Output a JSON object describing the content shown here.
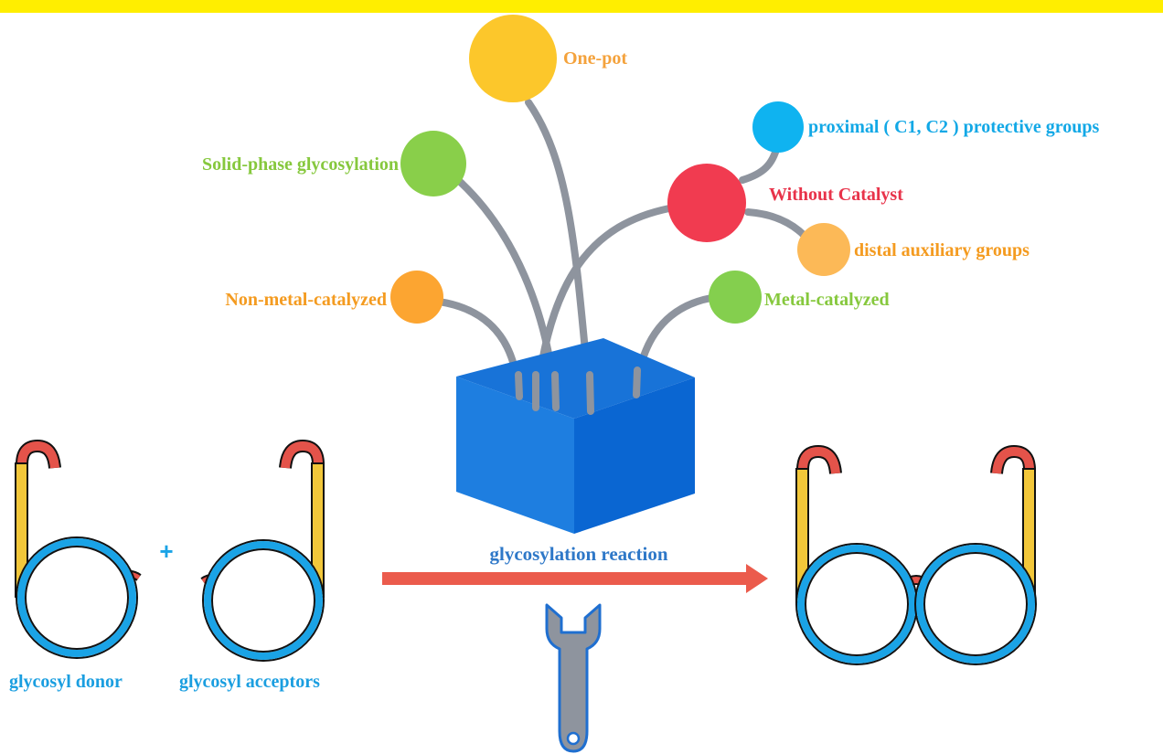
{
  "colors": {
    "top_bar": "#ffee00",
    "stem": "#8e949e",
    "box_front": "#1e7ee0",
    "box_side": "#0a66d2",
    "box_top": "#1873d8",
    "arrow": "#eb5b4c",
    "lens": "#1aa3e6",
    "temple": "#f2c73a",
    "hook": "#e4534a",
    "wrench": "#8e949e",
    "wrench_outline": "#1f6fd0"
  },
  "approaches": [
    {
      "label": "One-pot",
      "bubble_color": "#fcc72b",
      "label_color": "#f4a23c"
    },
    {
      "label": "proximal ( C1, C2 ) protective groups",
      "bubble_color": "#0fb3f0",
      "label_color": "#12a8e6"
    },
    {
      "label": "Solid-phase  glycosylation",
      "bubble_color": "#89cf4a",
      "label_color": "#86c83d"
    },
    {
      "label": "Without Catalyst",
      "bubble_color": "#f13b50",
      "label_color": "#e8334a"
    },
    {
      "label": "distal auxiliary groups",
      "bubble_color": "#fcb957",
      "label_color": "#f49b20"
    },
    {
      "label": "Non-metal-catalyzed",
      "bubble_color": "#fca531",
      "label_color": "#f49b20"
    },
    {
      "label": "Metal-catalyzed",
      "bubble_color": "#84cf4e",
      "label_color": "#86c83d"
    }
  ],
  "reaction": {
    "label": "glycosylation reaction",
    "label_color": "#2e78c8"
  },
  "reactants": {
    "plus": "+",
    "donor_label": "glycosyl donor",
    "acceptor_label": "glycosyl acceptors",
    "label_color": "#1a9ee0"
  },
  "product": {
    "icon": "glasses-icon"
  },
  "tool": {
    "icon": "wrench-icon"
  }
}
